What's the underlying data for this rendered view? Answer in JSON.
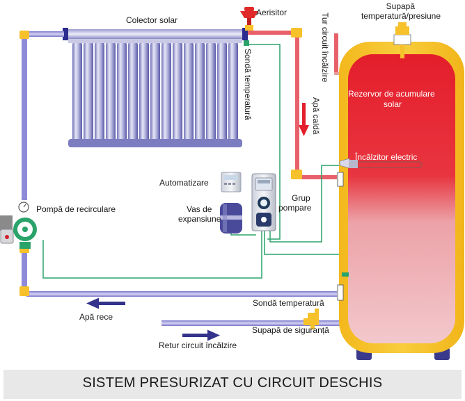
{
  "labels": {
    "collector": "Colector solar",
    "aerator": "Aerisitor",
    "probe_top": "Sondă temperatură",
    "circuit_supply": "Tur circuit încălzire",
    "hot_water": "Apă caldă",
    "valve_top": "Supapă temperatură/presiune",
    "tank": "Rezervor de acumulare solar",
    "heater": "Încălzitor electric",
    "automation": "Automatizare",
    "pump_group": "Grup pompare",
    "expansion": "Vas de expansiune",
    "recirc_pump": "Pompă de recirculare",
    "probe_bottom": "Sondă temperatură",
    "cold_water": "Apă rece",
    "safety_valve": "Supapă de siguranță",
    "circuit_return": "Retur circuit încălzire"
  },
  "footer": {
    "title": "SISTEM PRESURIZAT CU CIRCUIT DESCHIS"
  },
  "colors": {
    "tank_shell": "#f6c12a",
    "tank_hot": "#e41e2b",
    "tank_cold": "#f2c8cc",
    "pipe_blue": "#8f8ad8",
    "pipe_red": "#e8616a",
    "wire_green": "#2aa36a",
    "arrow_navy": "#33338c"
  }
}
